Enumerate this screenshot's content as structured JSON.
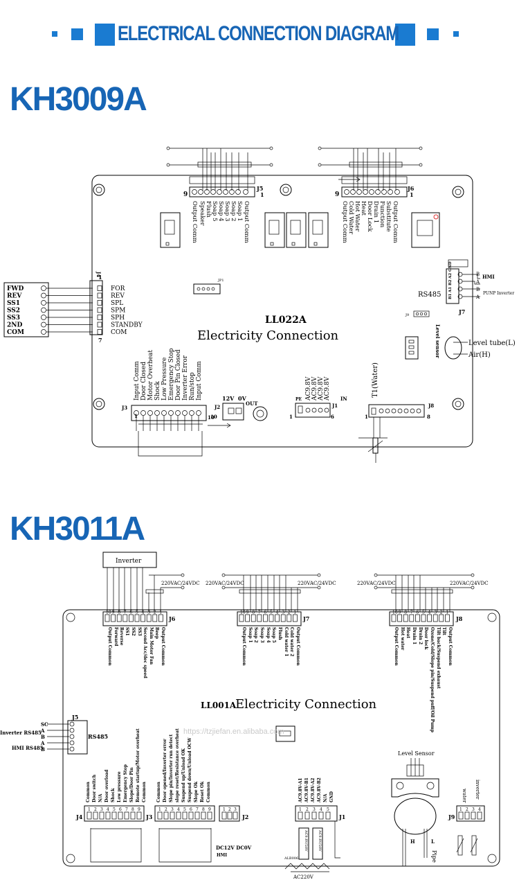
{
  "header": {
    "title": "ELECTRICAL CONNECTION DIAGRAM",
    "accent": "#1a7bd1",
    "text_color": "#1765b5"
  },
  "section1": {
    "model": "KH3009A",
    "board_code": "LL022A",
    "board_title": "Electricity Connection",
    "j5": {
      "name": "J5",
      "pin_hi": "9",
      "pin_lo": "1",
      "labels": [
        "Output Comm",
        "Speaker",
        "Flush",
        "Soap 5",
        "Soap 4",
        "Soap 3",
        "Soap 2",
        "Soap 1",
        "Output Comm"
      ]
    },
    "j6": {
      "name": "J6",
      "pin_hi": "9",
      "pin_lo": "1",
      "labels": [
        "Output Comm",
        "Cold Water",
        "Hot Water",
        "Heat",
        "Door Lock",
        "Drain 1",
        "Function",
        "Substitute",
        "Output Comm"
      ]
    },
    "j4": {
      "name": "J4",
      "pin_top": "1",
      "pin_bot": "7",
      "inputs": [
        "FWD",
        "REV",
        "SS1",
        "SS2",
        "SS3",
        "2ND",
        "COM"
      ],
      "labels": [
        "FOR",
        "REV",
        "SPL",
        "SPM",
        "SPH",
        "STANDBY",
        "COM"
      ]
    },
    "jp1": "JP1",
    "rs485": {
      "label": "RS485",
      "conn": "J7",
      "pins": [
        "B1",
        "A1",
        "B2",
        "A2",
        "GND"
      ],
      "ends": [
        "B",
        "A",
        "B",
        "A"
      ],
      "hmi": "HMI",
      "pump": "PUNP Inverter"
    },
    "j9": "J9",
    "level": {
      "sensor": "Level sensor",
      "tube": "Level tube(L)",
      "air": "Air(H)"
    },
    "j3": {
      "name": "J3",
      "pin_lo": "1",
      "pin_hi": "10",
      "labels": [
        "Input Comm",
        "Door Closed",
        "Motor Overheat",
        "Shock",
        "Low Pressure",
        "Emergency Stop",
        "Door Pin Closed",
        "Inverter Error",
        "Run/stop",
        "Input Comm"
      ]
    },
    "j2": {
      "name": "J2",
      "v1": "12V",
      "v2": "0V",
      "out": "OUT",
      "pin_a": "10",
      "pin_b": "1"
    },
    "j1": {
      "name": "J1",
      "pe": "PE",
      "labels": [
        "AC9.8V",
        "AC9.8V",
        "AC9.8V",
        "AC9.8V"
      ],
      "pin_lo": "1",
      "pin_hi": "6",
      "in": "IN"
    },
    "j8": {
      "name": "J8",
      "t1": "T1(Water)",
      "pin_lo": "1",
      "pin_hi": "8"
    }
  },
  "section2": {
    "model": "KH3011A",
    "board_code": "LL001A",
    "board_title": "Electricity Connection",
    "inverter": "Inverter",
    "supply": "220VAC/24VDC",
    "j6": {
      "name": "J6",
      "pins": [
        "10",
        "9",
        "8",
        "7",
        "6",
        "5",
        "4",
        "3",
        "2",
        "1"
      ],
      "labels": [
        "Output Common",
        "Forward",
        "Reverse",
        "SS1",
        "SS2",
        "SS3",
        "Second Acc/dec speed",
        "Main Motor Fan",
        "Beep",
        "Output Common"
      ]
    },
    "j7": {
      "name": "J7",
      "pins": [
        "10",
        "9",
        "8",
        "7",
        "6",
        "5",
        "4",
        "3",
        "2",
        "1"
      ],
      "labels": [
        "Output Common",
        "Soap 1",
        "Soap 2",
        "Soap 3",
        "Soap 4",
        "Soap 5",
        "Flush",
        "Cold water 1",
        "Cold water 2",
        "Output Common"
      ]
    },
    "j8": {
      "name": "J8",
      "pins": [
        "10",
        "9",
        "8",
        "7",
        "6",
        "5",
        "4",
        "3",
        "2",
        "1"
      ],
      "labels": [
        "Output Common",
        "Hot water",
        "Heat",
        "Drain 1",
        "Drain 2",
        "Door lock",
        "Ozone/Cold/Slope pin/Suspend puff/Oil Pump",
        "Tilt back/Suspend exhaust",
        "Tilt",
        "Output Common"
      ]
    },
    "j5": {
      "name": "J5",
      "rs": "RS485",
      "left": [
        "SC",
        "A",
        "B",
        "A",
        "B"
      ],
      "inv_rs": "Inverter RS485",
      "hmi_rs": "HMI RS485"
    },
    "j4": {
      "name": "J4",
      "pins": [
        "1",
        "2",
        "3",
        "4",
        "5",
        "6",
        "7",
        "8",
        "9"
      ],
      "labels": [
        "Common",
        "Door switch",
        "N/A",
        "Door overload",
        "Shock",
        "Low pressure",
        "Emergency Stop",
        "Slope/Door Pin",
        "Remote startup/Motor overheat",
        "Common"
      ]
    },
    "j3": {
      "name": "J3",
      "pins": [
        "1",
        "2",
        "3",
        "4",
        "5",
        "6",
        "7",
        "8",
        "9"
      ],
      "labels": [
        "Common",
        "Door opened/Inverter error",
        "Slope pin/Inverter run detect",
        "slope reset/Resistance overheat",
        "Suspend up/Unload OK",
        "Suspend down/Unload OCW",
        "Slope Ok",
        "Reset Ok",
        "Common"
      ]
    },
    "j2": {
      "name": "J2",
      "pins": [
        "1",
        "2",
        "3"
      ],
      "dc": "DC12V DC0V",
      "mark": "HMI"
    },
    "j1": {
      "name": "J1",
      "pins": [
        "1",
        "2",
        "3",
        "4",
        "5"
      ],
      "labels": [
        "AC9.8V-A1",
        "AC9.8V-B1",
        "AC9.8V-A2",
        "AC9.8V-B2",
        "N/A",
        "GND"
      ],
      "tr1": "AC9.8V/28V",
      "tr2": "AC9.8V/28V",
      "ac": "AC220V",
      "lb": "ALB006"
    },
    "level": {
      "label": "Level Sensor",
      "h": "H",
      "l": "L",
      "pipe": "Pipe"
    },
    "j9": {
      "name": "J9",
      "water": "water",
      "inverter": "inverter",
      "pins": [
        "1",
        "2",
        "3",
        "4"
      ]
    },
    "watermark": "https://tzjiefan.en.alibaba.com"
  }
}
